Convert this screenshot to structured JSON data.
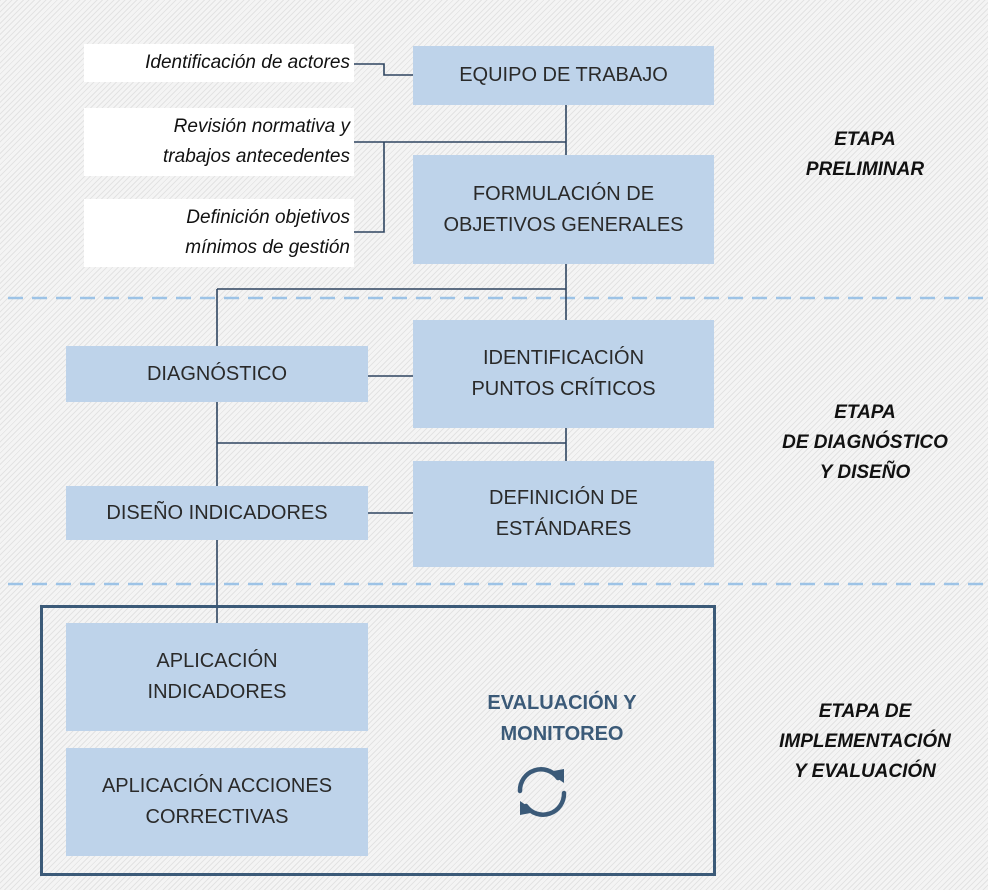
{
  "notes": {
    "actors": "Identificación de actores",
    "review": "Revisión normativa y\ntrabajos antecedentes",
    "objectives": "Definición objetivos\nmínimos de gestión"
  },
  "boxes": {
    "team": "EQUIPO DE TRABAJO",
    "general_objectives": "FORMULACIÓN DE\nOBJETIVOS GENERALES",
    "diagnosis": "DIAGNÓSTICO",
    "critical_points": "IDENTIFICACIÓN\nPUNTOS CRÍTICOS",
    "indicator_design": "DISEÑO INDICADORES",
    "standards": "DEFINICIÓN DE\nESTÁNDARES",
    "indicator_application": "APLICACIÓN\nINDICADORES",
    "corrective_actions": "APLICACIÓN ACCIONES\nCORRECTIVAS"
  },
  "evaluation": {
    "label": "EVALUACIÓN Y\nMONITOREO",
    "icon": "refresh-cycle-icon"
  },
  "stages": {
    "preliminary": "ETAPA\nPRELIMINAR",
    "diagnosis_design": "ETAPA\nDE DIAGNÓSTICO\nY DISEÑO",
    "implementation": "ETAPA DE\nIMPLEMENTACIÓN\nY EVALUACIÓN"
  },
  "colors": {
    "box_fill": "#bed3ea",
    "frame": "#3b5a78",
    "divider": "#9dc3e6"
  }
}
